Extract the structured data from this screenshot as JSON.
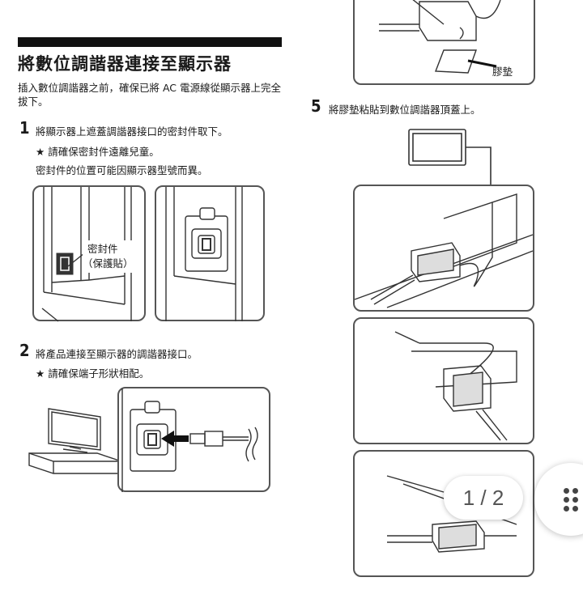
{
  "heading": {
    "title": "將數位調諧器連接至顯示器"
  },
  "intro": "插入數位調諧器之前，確保已將 AC 電源線從顯示器上完全拔下。",
  "steps": [
    {
      "num": "1",
      "text": "將顯示器上遮蓋調諧器接口的密封件取下。",
      "note_mark": "★",
      "note": "請確保密封件遠離兒童。",
      "extra": "密封件的位置可能因顯示器型號而異。",
      "label_line1": "密封件",
      "label_line2": "（保護貼）"
    },
    {
      "num": "2",
      "text": "將產品連接至顯示器的調諧器接口。",
      "note_mark": "★",
      "note": "請確保端子形狀相配。"
    },
    {
      "num": "5",
      "text": "將膠墊粘貼到數位調諧器頂蓋上。",
      "pad_label": "膠墊"
    }
  ],
  "pager": {
    "text": "1 / 2"
  }
}
